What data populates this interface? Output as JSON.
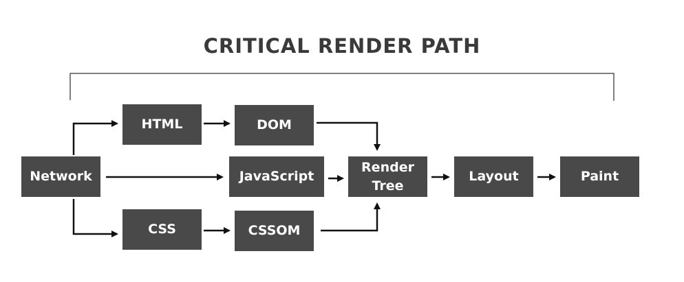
{
  "diagram": {
    "title": "CRITICAL RENDER PATH",
    "box_color": "#494949",
    "line_color": "#111111",
    "bracket_color": "#555555",
    "nodes": {
      "network": "Network",
      "html": "HTML",
      "dom": "DOM",
      "javascript": "JavaScript",
      "css": "CSS",
      "cssom": "CSSOM",
      "render_tree_line1": "Render",
      "render_tree_line2": "Tree",
      "layout": "Layout",
      "paint": "Paint"
    },
    "edges": [
      {
        "from": "Network",
        "to": "HTML"
      },
      {
        "from": "Network",
        "to": "JavaScript"
      },
      {
        "from": "Network",
        "to": "CSS"
      },
      {
        "from": "HTML",
        "to": "DOM"
      },
      {
        "from": "CSS",
        "to": "CSSOM"
      },
      {
        "from": "DOM",
        "to": "Render Tree"
      },
      {
        "from": "JavaScript",
        "to": "Render Tree"
      },
      {
        "from": "CSSOM",
        "to": "Render Tree"
      },
      {
        "from": "Render Tree",
        "to": "Layout"
      },
      {
        "from": "Layout",
        "to": "Paint"
      }
    ]
  }
}
